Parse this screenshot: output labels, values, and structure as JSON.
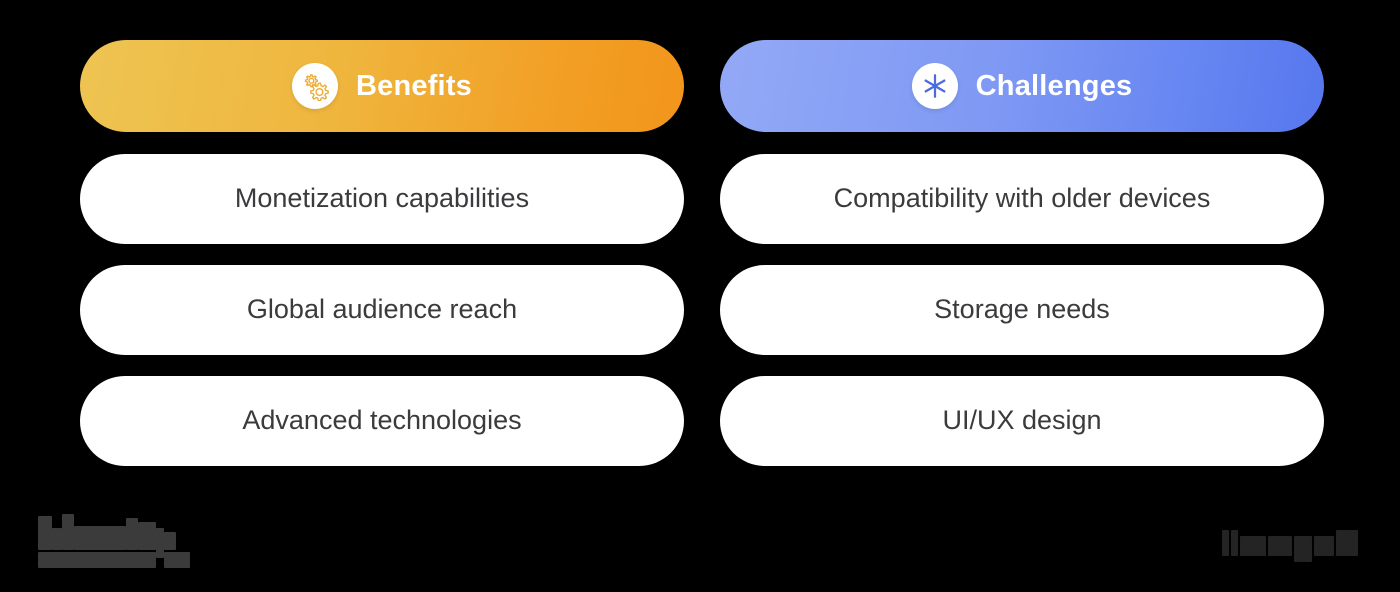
{
  "layout": {
    "type": "two-column-comparison",
    "background_color": "#000000",
    "columns": 2,
    "rows_per_column": 3
  },
  "columns": [
    {
      "key": "benefits",
      "header": {
        "title": "Benefits",
        "icon": "gears-icon",
        "title_color": "#ffffff",
        "gradient_from": "#eec452",
        "gradient_to": "#f2951b",
        "icon_color": "#eead38",
        "badge_color": "#ffffff"
      },
      "items": [
        {
          "label": "Monetization capabilities"
        },
        {
          "label": "Global audience reach"
        },
        {
          "label": "Advanced technologies"
        }
      ]
    },
    {
      "key": "challenges",
      "header": {
        "title": "Challenges",
        "icon": "asterisk-icon",
        "title_color": "#ffffff",
        "gradient_from": "#93a9f6",
        "gradient_to": "#5677ee",
        "icon_color": "#4e6ae0",
        "badge_color": "#ffffff"
      },
      "items": [
        {
          "label": "Compatibility with older devices"
        },
        {
          "label": "Storage needs"
        },
        {
          "label": "UI/UX design"
        }
      ]
    }
  ],
  "card_style": {
    "background_color": "#ffffff",
    "text_color": "#3b3b3d",
    "shape": "pill"
  },
  "footer": {
    "left_mark": {
      "state": "obscured",
      "color": "#3b3b3b"
    },
    "right_mark": {
      "state": "obscured",
      "color": "#242424"
    }
  }
}
